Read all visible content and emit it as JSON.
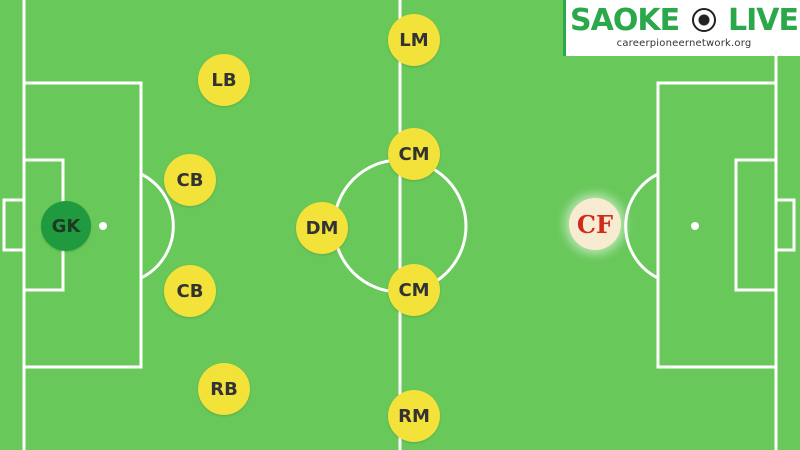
{
  "players": {
    "gk": "GK",
    "lb": "LB",
    "cb_top": "CB",
    "cb_bottom": "CB",
    "rb": "RB",
    "dm": "DM",
    "cm_top": "CM",
    "cm_bottom": "CM",
    "lm": "LM",
    "rm": "RM",
    "cf": "CF"
  },
  "logo": {
    "brand_left": "SAOKE",
    "brand_right": "LIVE",
    "website": "careerpioneernetwork.org"
  },
  "colors": {
    "pitch": "#68c85a",
    "lines": "#ffffff",
    "player": "#f3e23a",
    "goalkeeper": "#1f9a3f",
    "forward_text": "#cf2a1a",
    "brand": "#2aa84a"
  }
}
